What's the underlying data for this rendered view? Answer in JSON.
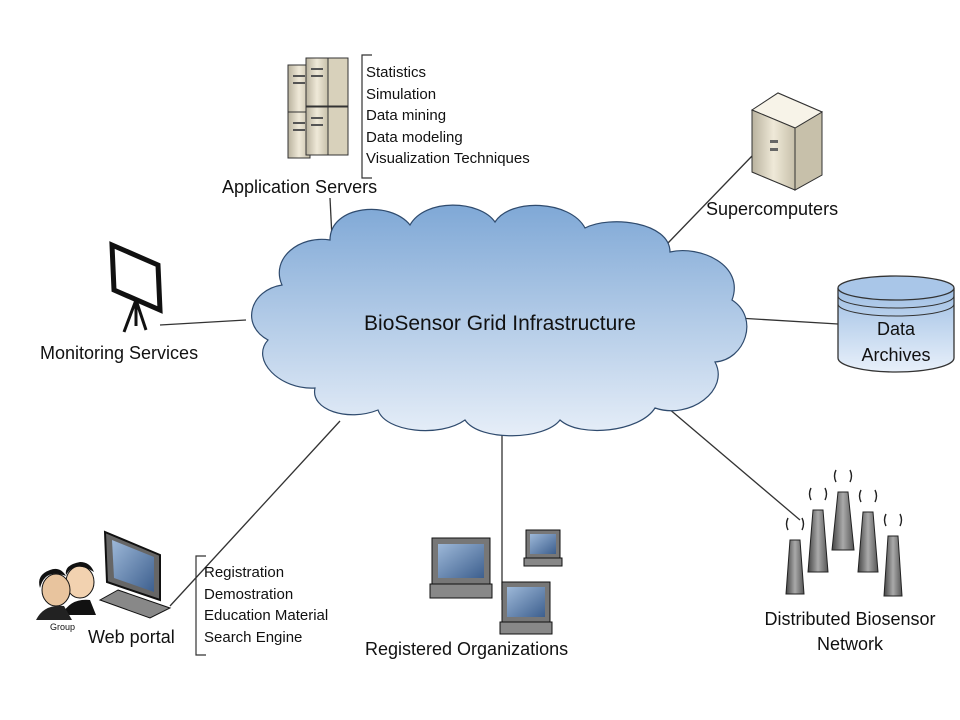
{
  "center": {
    "title": "BioSensor Grid Infrastructure"
  },
  "nodes": {
    "application_servers": {
      "label": "Application   Servers",
      "icon": "server-rack-icon",
      "features": [
        "Statistics",
        "Simulation",
        "Data mining",
        "Data modeling",
        "Visualization Techniques"
      ]
    },
    "supercomputers": {
      "label": "Supercomputers",
      "icon": "tower-computer-icon"
    },
    "data_archives": {
      "label_lines": [
        "Data",
        "Archives"
      ],
      "icon": "database-icon"
    },
    "monitoring_services": {
      "label": "Monitoring Services",
      "icon": "projection-screen-icon"
    },
    "web_portal": {
      "label": "Web portal",
      "icon": "monitor-icon",
      "group_label": "Group",
      "features": [
        "Registration",
        "Demostration",
        "Education Material",
        "Search Engine"
      ]
    },
    "registered_organizations": {
      "label": "Registered Organizations",
      "icon": "workstation-icon"
    },
    "biosensor_network": {
      "label_lines": [
        "Distributed Biosensor",
        "Network"
      ],
      "icon": "antenna-sensor-icon"
    }
  },
  "colors": {
    "cloud_top": "#7fa8d6",
    "cloud_bottom": "#e6eef8",
    "outline": "#333333"
  }
}
